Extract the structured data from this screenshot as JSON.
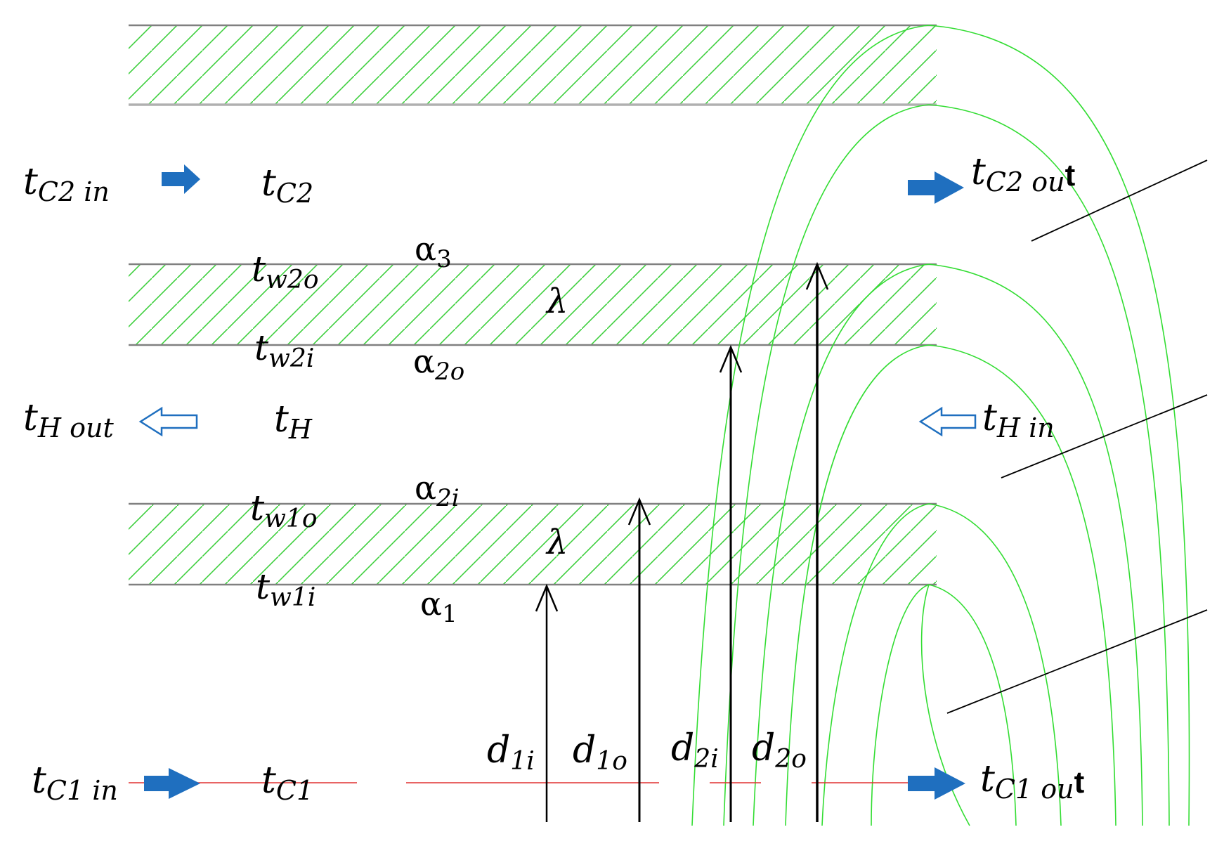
{
  "colors": {
    "hatch": "#3ecf3e",
    "wall_line": "#808080",
    "arc": "#33dd33",
    "arrow_fill": "#1f6fbf",
    "arrow_outline": "#1f6fbf",
    "centerline": "#e03030",
    "ink": "#000000"
  },
  "cold_stream_2": {
    "inlet": {
      "base": "t",
      "sub": "C2 in"
    },
    "bulk": {
      "base": "t",
      "sub": "C2"
    },
    "outlet": {
      "base": "t",
      "sub": "C2 ou",
      "tail": "t"
    }
  },
  "hot_stream": {
    "outlet": {
      "base": "t",
      "sub": "H out"
    },
    "bulk": {
      "base": "t",
      "sub": "H"
    },
    "inlet": {
      "base": "t",
      "sub": "H in"
    }
  },
  "cold_stream_1": {
    "inlet": {
      "base": "t",
      "sub": "C1 in"
    },
    "bulk": {
      "base": "t",
      "sub": "C1"
    },
    "outlet": {
      "base": "t",
      "sub": "C1 ou",
      "tail": "t"
    }
  },
  "outer_tube": {
    "wall_outer_temp": {
      "base": "t",
      "sub": "w2o"
    },
    "wall_inner_temp": {
      "base": "t",
      "sub": "w2i"
    },
    "alpha_outside": {
      "base": "α",
      "sub": "3"
    },
    "alpha_inside": {
      "base": "α",
      "sub": "2o"
    },
    "conductivity": "λ"
  },
  "inner_tube": {
    "wall_outer_temp": {
      "base": "t",
      "sub": "w1o"
    },
    "wall_inner_temp": {
      "base": "t",
      "sub": "w1i"
    },
    "alpha_outside": {
      "base": "α",
      "sub": "2i"
    },
    "alpha_inside": {
      "base": "α",
      "sub": "1"
    },
    "conductivity": "λ"
  },
  "diameters": [
    {
      "base": "d",
      "sub": "1i"
    },
    {
      "base": "d",
      "sub": "1o"
    },
    {
      "base": "d",
      "sub": "2i"
    },
    {
      "base": "d",
      "sub": "2o"
    }
  ]
}
